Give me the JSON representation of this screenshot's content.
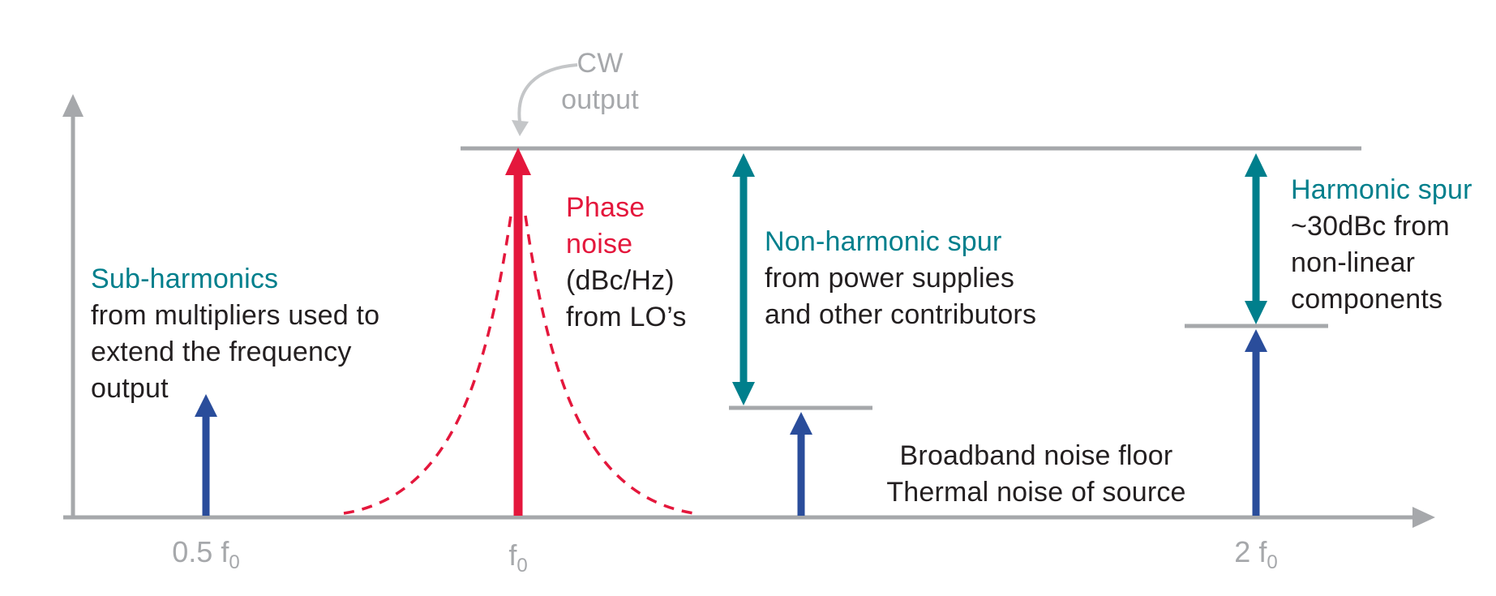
{
  "colors": {
    "axis_gray": "#a6a8ab",
    "cw_arrow_gray": "#c4c6c8",
    "phase_noise_red": "#e4173c",
    "spur_teal": "#007f8c",
    "harmonic_blue": "#2a4d9b",
    "text_black": "#231f20"
  },
  "annotations": {
    "cw": {
      "lines": [
        "CW",
        "output"
      ]
    },
    "sub_harmonics": {
      "title": "Sub-harmonics",
      "body": [
        "from multipliers used to",
        "extend the frequency",
        "output"
      ]
    },
    "phase_noise": {
      "title_lines": [
        "Phase",
        "noise"
      ],
      "body": [
        "(dBc/Hz)",
        "from LO’s"
      ]
    },
    "non_harmonic": {
      "title": "Non-harmonic spur",
      "body": [
        "from power supplies",
        "and other contributors"
      ]
    },
    "harmonic": {
      "title": "Harmonic spur",
      "body": [
        "~30dBc from",
        "non-linear",
        "components"
      ]
    },
    "broadband": {
      "lines": [
        "Broadband noise floor",
        "Thermal noise of source"
      ]
    }
  },
  "axis": {
    "ticks": [
      {
        "text": "0.5 f",
        "sub": "0"
      },
      {
        "text": "f",
        "sub": "0"
      },
      {
        "text": "2 f",
        "sub": "0"
      }
    ]
  }
}
